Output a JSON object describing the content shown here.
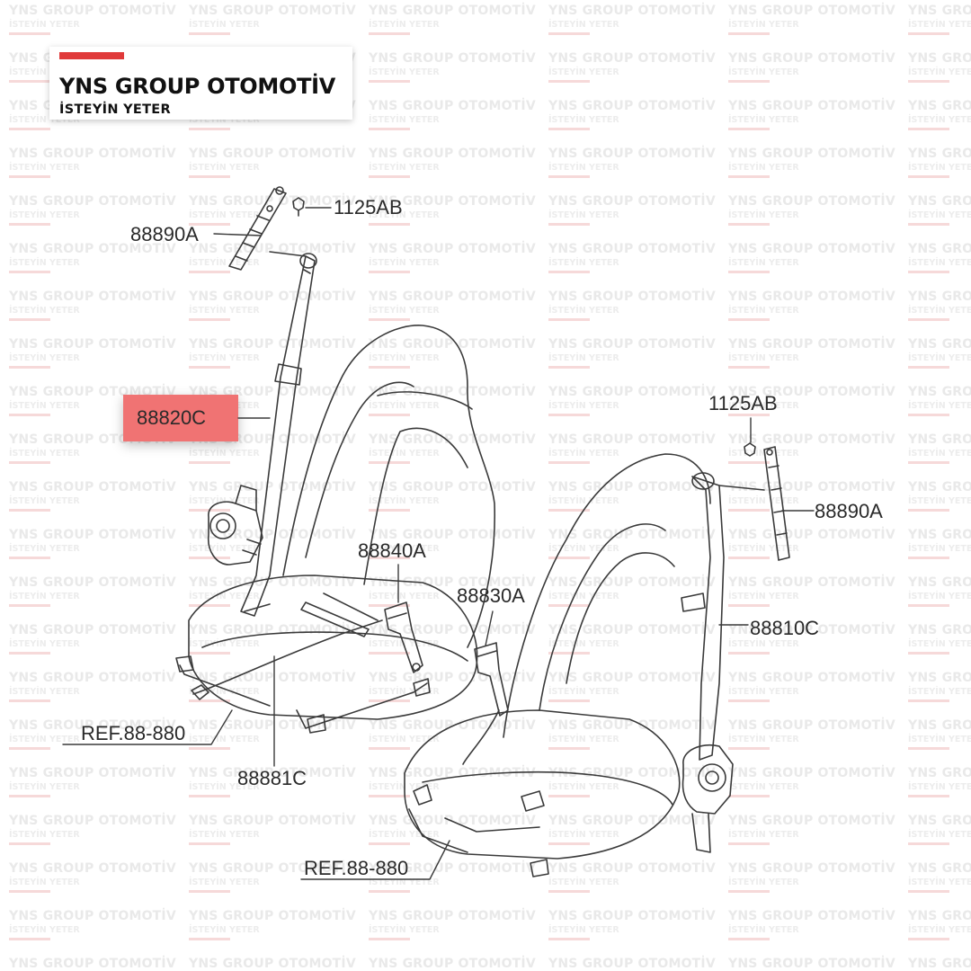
{
  "watermark": {
    "line1": "YNS GROUP OTOMOTİV",
    "line2": "İSTEYİN YETER"
  },
  "logo": {
    "brand": "YNS GROUP OTOMOTİV",
    "slogan": "İSTEYİN YETER",
    "accent_color": "#e03a3a"
  },
  "highlight": {
    "color": "#f07373",
    "part": "88820C"
  },
  "parts": {
    "p1125ab_left": "1125AB",
    "p88890a_left": "88890A",
    "p88820c": "88820C",
    "p88840a": "88840A",
    "p88830a": "88830A",
    "p1125ab_right": "1125AB",
    "p88890a_right": "88890A",
    "p88810c": "88810C",
    "ref_left": "REF.88-880",
    "p88881c": "88881C",
    "ref_right": "REF.88-880"
  }
}
